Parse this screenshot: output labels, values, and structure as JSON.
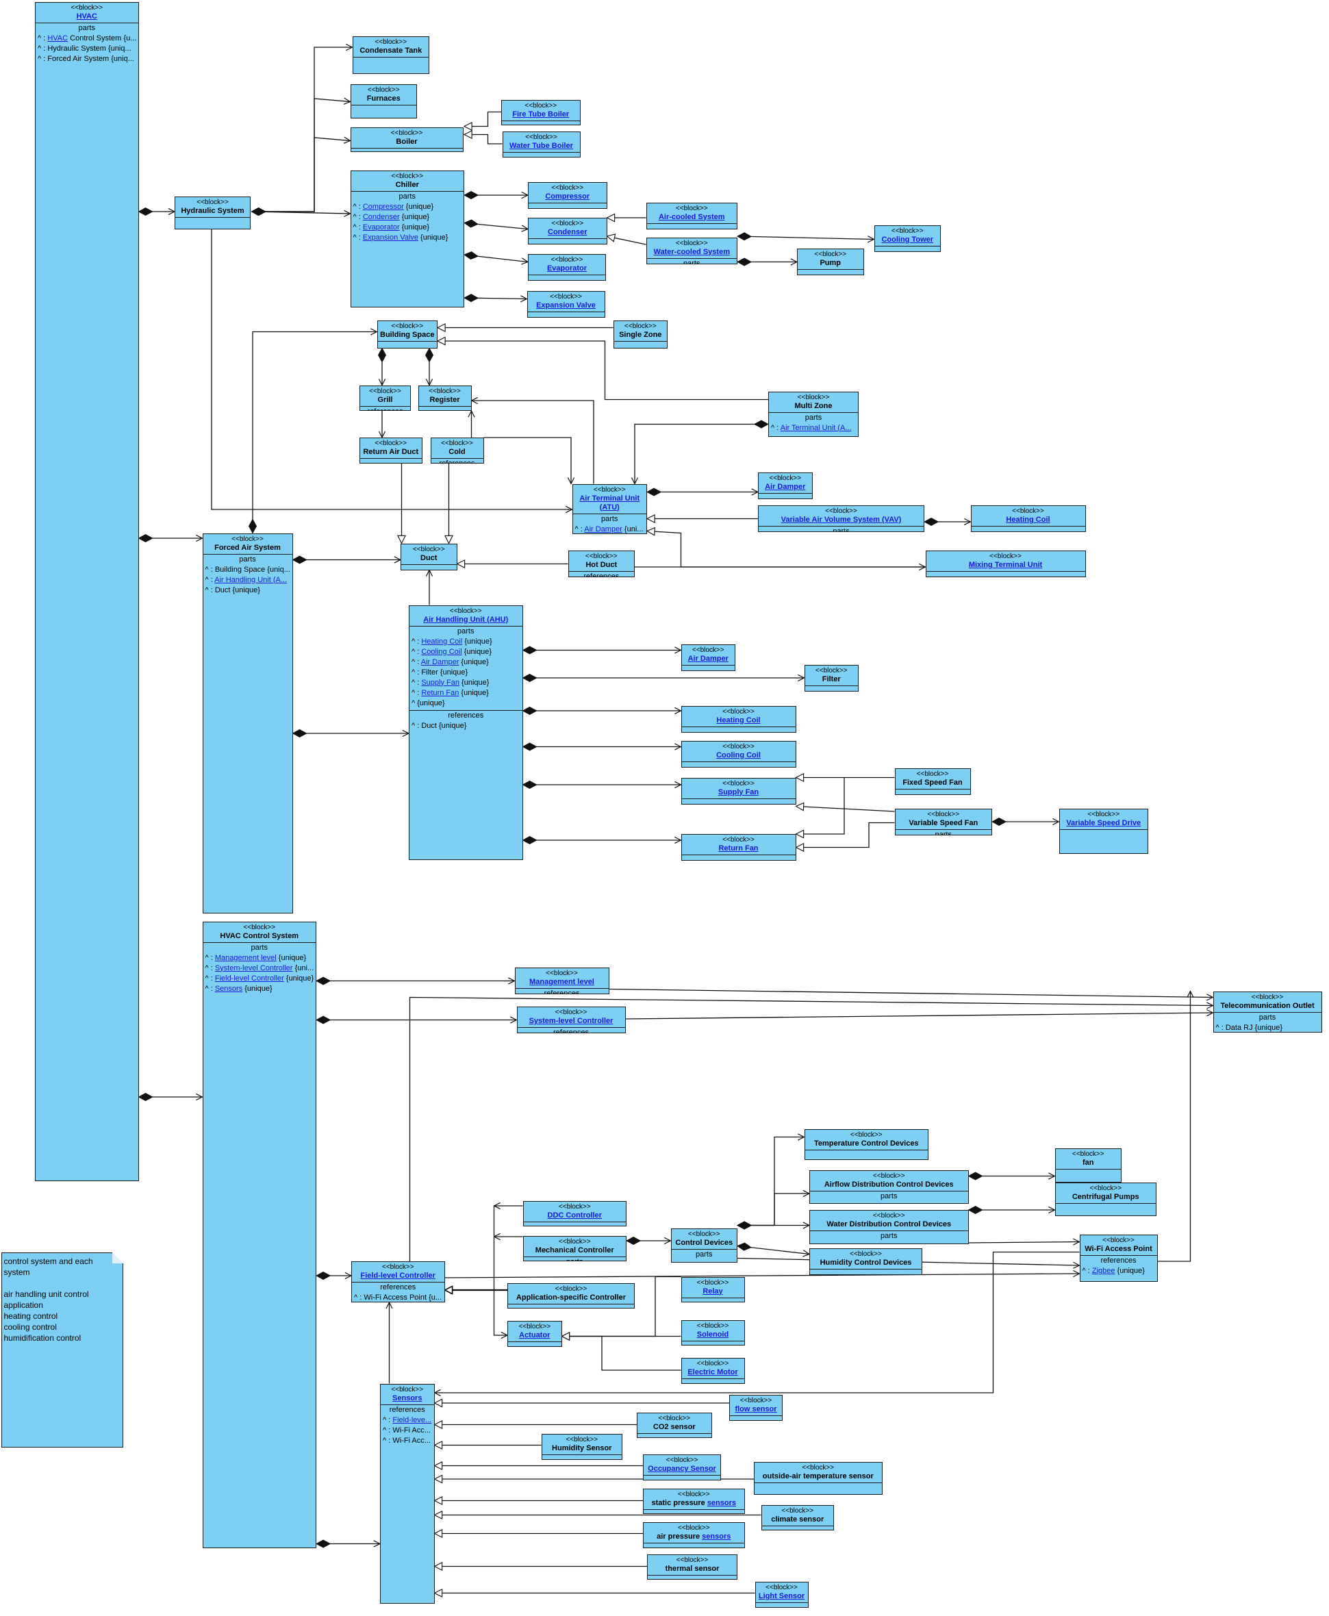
{
  "diagram": {
    "stereotype": "<<block>>",
    "blocks": [
      {
        "id": "hvac",
        "name": "HVAC",
        "link": true,
        "c": "parts",
        "items": [
          [
            "^ : ",
            "HVAC",
            " Control System {u..."
          ],
          "^ : Hydraulic System  {uniq...",
          "^ : Forced Air System {uniq..."
        ]
      },
      {
        "id": "hyd",
        "name": "Hydraulic System"
      },
      {
        "id": "cond_tank",
        "name": "Condensate Tank"
      },
      {
        "id": "furnaces",
        "name": "Furnaces"
      },
      {
        "id": "boiler",
        "name": "Boiler"
      },
      {
        "id": "fire_tube",
        "name": "Fire Tube Boiler",
        "link": true
      },
      {
        "id": "water_tube",
        "name": "Water Tube Boiler",
        "link": true
      },
      {
        "id": "chiller",
        "name": "Chiller",
        "c": "parts",
        "items": [
          [
            "^ : ",
            "Compressor",
            " {unique}"
          ],
          [
            "^ : ",
            "Condenser",
            " {unique}"
          ],
          [
            "^ : ",
            "Evaporator",
            " {unique}"
          ],
          [
            "^ : ",
            "Expansion Valve",
            " {unique}"
          ]
        ]
      },
      {
        "id": "compressor",
        "name": "Compressor",
        "link": true
      },
      {
        "id": "condenser",
        "name": "Condenser",
        "link": true
      },
      {
        "id": "evaporator",
        "name": "Evaporator",
        "link": true
      },
      {
        "id": "exp_valve",
        "name": "Expansion Valve",
        "link": true
      },
      {
        "id": "air_cooled",
        "name": "Air-cooled System",
        "link": true
      },
      {
        "id": "water_cooled",
        "name": "Water-cooled System",
        "link": true,
        "c": "parts"
      },
      {
        "id": "cooling_tower",
        "name": "Cooling Tower",
        "link": true
      },
      {
        "id": "pump",
        "name": "Pump"
      },
      {
        "id": "building_space",
        "name": "Building Space"
      },
      {
        "id": "single_zone",
        "name": "Single Zone"
      },
      {
        "id": "grill",
        "name": "Grill",
        "c": "references"
      },
      {
        "id": "register",
        "name": "Register"
      },
      {
        "id": "multi_zone",
        "name": "Multi Zone",
        "c": "parts",
        "items": [
          [
            "^ : ",
            "Air Terminal Unit (A...",
            ""
          ]
        ]
      },
      {
        "id": "return_air_duct",
        "name": "Return Air Duct"
      },
      {
        "id": "cold",
        "name": "Cold",
        "c": "references"
      },
      {
        "id": "atu",
        "name": "Air Terminal Unit (ATU)",
        "link": true,
        "wrap": true,
        "c": "parts",
        "items": [
          [
            "^ : ",
            "Air Damper",
            " {uni..."
          ]
        ]
      },
      {
        "id": "air_damper_atu",
        "name": "Air Damper",
        "link": true
      },
      {
        "id": "vav",
        "name": "Variable Air Volume System (VAV)",
        "link": true,
        "c": "parts"
      },
      {
        "id": "heating_coil_vav",
        "name": "Heating Coil",
        "link": true
      },
      {
        "id": "forced_air",
        "name": "Forced Air System",
        "c": "parts",
        "items": [
          "^ : Building Space {uniq...",
          [
            "^ : ",
            "Air Handling Unit (A...",
            ""
          ],
          "^ : Duct {unique}"
        ]
      },
      {
        "id": "duct",
        "name": "Duct"
      },
      {
        "id": "hot_duct",
        "name": "Hot Duct",
        "c": "references"
      },
      {
        "id": "mixing",
        "name": "Mixing Terminal Unit",
        "link": true
      },
      {
        "id": "ahu",
        "name": "Air Handling Unit (AHU)",
        "link": true,
        "c": "parts",
        "items": [
          [
            "^ : ",
            "Heating Coil",
            " {unique}"
          ],
          [
            "^ : ",
            "Cooling Coil",
            " {unique}"
          ],
          [
            "^ : ",
            "Air Damper",
            " {unique}"
          ],
          "^ : Filter {unique}",
          [
            "^ : ",
            "Supply Fan",
            " {unique}"
          ],
          [
            "^ : ",
            "Return Fan",
            " {unique}"
          ],
          "^ {unique}"
        ],
        "c2": "references",
        "items2": [
          "^ : Duct {unique}"
        ]
      },
      {
        "id": "air_damper_ahu",
        "name": "Air Damper",
        "link": true
      },
      {
        "id": "filter",
        "name": "Filter"
      },
      {
        "id": "heating_coil",
        "name": "Heating Coil",
        "link": true
      },
      {
        "id": "cooling_coil",
        "name": "Cooling Coil",
        "link": true
      },
      {
        "id": "supply_fan",
        "name": "Supply Fan",
        "link": true
      },
      {
        "id": "return_fan",
        "name": "Return Fan",
        "link": true
      },
      {
        "id": "fixed_fan",
        "name": "Fixed Speed Fan"
      },
      {
        "id": "var_fan",
        "name": "Variable Speed Fan",
        "c": "parts"
      },
      {
        "id": "vsd",
        "name": "Variable Speed Drive",
        "link": true
      },
      {
        "id": "hvac_ctrl",
        "name": "HVAC Control System",
        "c": "parts",
        "items": [
          [
            "^ : ",
            "Management level",
            " {unique}"
          ],
          [
            "^ : ",
            "System-level Controller",
            " {uni..."
          ],
          [
            "^ : ",
            "Field-level Controller",
            " {unique}"
          ],
          [
            "^ : ",
            "Sensors",
            " {unique}"
          ]
        ]
      },
      {
        "id": "mgmt",
        "name": "Management level",
        "link": true,
        "c": "references"
      },
      {
        "id": "sys_ctrl",
        "name": "System-level Controller",
        "link": true,
        "c": "references"
      },
      {
        "id": "telecom",
        "name": "Telecommunication Outlet",
        "c": "parts",
        "items": [
          "^ : Data RJ {unique}"
        ]
      },
      {
        "id": "temp_ctrl",
        "name": "Temperature Control Devices"
      },
      {
        "id": "airflow_ctrl",
        "name": "Airflow Distribution Control Devices",
        "c": "parts"
      },
      {
        "id": "water_ctrl",
        "name": "Water Distribution Control Devices",
        "c": "parts"
      },
      {
        "id": "humid_ctrl",
        "name": "Humidity Control Devices"
      },
      {
        "id": "fan",
        "name": "fan"
      },
      {
        "id": "centrifugal",
        "name": "Centrifugal Pumps"
      },
      {
        "id": "ddc",
        "name": "DDC Controller",
        "link": true
      },
      {
        "id": "mech_ctrl",
        "name": "Mechanical Controller",
        "c": "parts"
      },
      {
        "id": "ctrl_devices",
        "name": "Control Devices",
        "c": "parts"
      },
      {
        "id": "wifi",
        "name": "Wi-Fi Access Point",
        "c": "references",
        "items": [
          [
            "^ : ",
            "Zigbee",
            " {unique}"
          ]
        ]
      },
      {
        "id": "field_ctrl",
        "name": "Field-level Controller",
        "link": true,
        "c": "references",
        "items": [
          "^ : Wi-Fi Access Point {u..."
        ]
      },
      {
        "id": "app_ctrl",
        "name": "Application-specific Controller"
      },
      {
        "id": "relay",
        "name": "Relay",
        "link": true
      },
      {
        "id": "solenoid",
        "name": "Solenoid",
        "link": true
      },
      {
        "id": "actuator",
        "name": "Actuator",
        "link": true
      },
      {
        "id": "electric_motor",
        "name": "Electric Motor",
        "link": true
      },
      {
        "id": "sensors",
        "name": "Sensors",
        "link": true,
        "c": "references",
        "items": [
          [
            "^ : ",
            "Field-leve...",
            ""
          ],
          "^ : Wi-Fi Acc...",
          "^ : Wi-Fi Acc..."
        ]
      },
      {
        "id": "flow_sensor",
        "name": "flow sensor",
        "link": true
      },
      {
        "id": "co2",
        "name": "CO2 sensor"
      },
      {
        "id": "humidity_sensor",
        "name": "Humidity Sensor"
      },
      {
        "id": "occupancy",
        "name": "Occupancy Sensor",
        "link": true
      },
      {
        "id": "outside_air",
        "name": "outside-air temperature sensor"
      },
      {
        "id": "static_pressure",
        "name": "static pressure sensors",
        "mixed": [
          "static pressure ",
          "sensors"
        ]
      },
      {
        "id": "climate",
        "name": "climate sensor"
      },
      {
        "id": "air_pressure",
        "name": "air pressure sensors",
        "mixed": [
          "air pressure ",
          "sensors"
        ]
      },
      {
        "id": "thermal",
        "name": "thermal sensor"
      },
      {
        "id": "light",
        "name": "Light Sensor",
        "link": true
      }
    ],
    "note": {
      "text": "control system and each system\n\nair handling unit control\napplication\nheating control\ncooling control\nhumidification control"
    }
  }
}
